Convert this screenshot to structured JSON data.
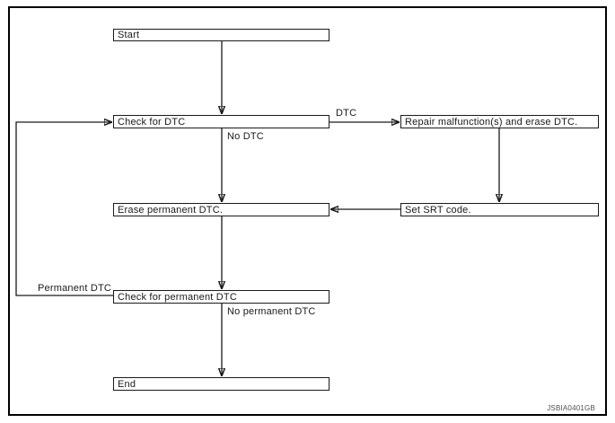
{
  "diagram": {
    "nodes": {
      "start": "Start",
      "check_dtc": "Check for DTC",
      "repair": "Repair malfunction(s) and erase DTC.",
      "erase_permanent": "Erase permanent DTC.",
      "set_srt": "Set SRT code.",
      "check_permanent": "Check for permanent DTC",
      "end": "End"
    },
    "edge_labels": {
      "dtc": "DTC",
      "no_dtc": "No DTC",
      "permanent_dtc": "Permanent DTC",
      "no_permanent_dtc": "No permanent DTC"
    },
    "watermark": "JSBIA0401GB",
    "colors": {
      "line": "#1a1a1a",
      "text": "#1a1a1a",
      "frame": "#000000",
      "background": "#ffffff",
      "watermark": "#4d4d4d"
    }
  }
}
